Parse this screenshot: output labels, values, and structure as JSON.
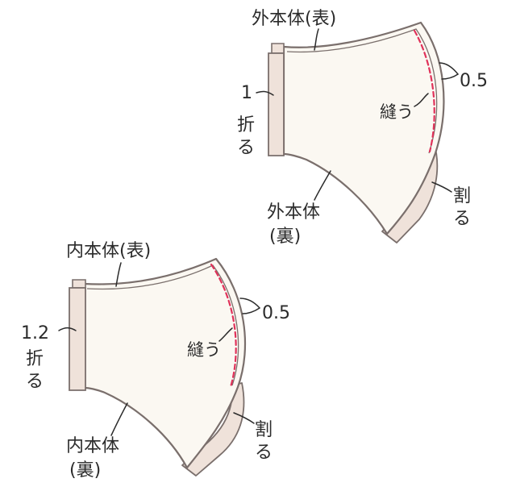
{
  "colors": {
    "fabric": "#fbf8f2",
    "edge": "#efe2da",
    "outline": "#7a6f6c",
    "stitch": "#e0325a",
    "text": "#2b2b2b"
  },
  "top_piece": {
    "title": "外本体(表)",
    "seam_allowance": "0.5",
    "sew": "縫う",
    "fold_amount": "1",
    "fold_label_1": "折",
    "fold_label_2": "る",
    "open_label_1": "割",
    "open_label_2": "る",
    "back_label_1": "外本体",
    "back_label_2": "(裏)"
  },
  "bottom_piece": {
    "title": "内本体(表)",
    "seam_allowance": "0.5",
    "sew": "縫う",
    "fold_amount": "1.2",
    "fold_label_1": "折",
    "fold_label_2": "る",
    "open_label_1": "割",
    "open_label_2": "る",
    "back_label_1": "内本体",
    "back_label_2": "(裏)"
  }
}
